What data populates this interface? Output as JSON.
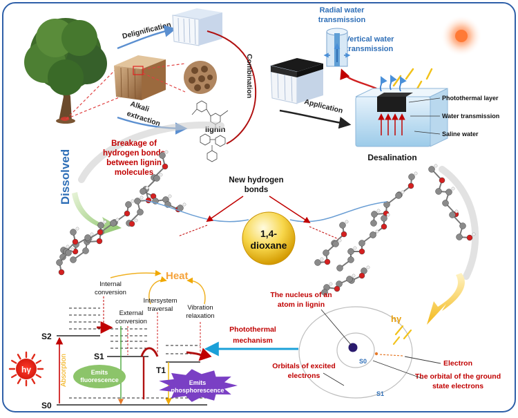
{
  "process": {
    "delignification": "Delignification",
    "alkali_extraction": [
      "Alkali",
      "extraction"
    ],
    "lignin": "lignin",
    "combination": "Combination",
    "application": "Application",
    "dissolved": "Dissolved",
    "breakage": [
      "Breakage of",
      "hydrogen bonds",
      "between lignin",
      "molecules"
    ],
    "new_bonds": [
      "New hydrogen",
      "bonds"
    ],
    "dioxane": [
      "1,4-",
      "dioxane"
    ]
  },
  "desalination": {
    "radial": [
      "Radial water",
      "transmission"
    ],
    "vertical": [
      "Vertical water",
      "transmission"
    ],
    "photothermal_layer": "Photothermal layer",
    "water_transmission": "Water transmission",
    "saline_water": "Saline water",
    "title": "Desalination"
  },
  "jablonski": {
    "heat": "Heat",
    "internal_conversion": [
      "Internal",
      "conversion"
    ],
    "external_conversion": [
      "External",
      "conversion"
    ],
    "intersystem": [
      "Intersystem",
      "traversal"
    ],
    "vibration": [
      "Vibration",
      "relaxation"
    ],
    "s2": "S2",
    "s1": "S1",
    "t1": "T1",
    "s0": "S0",
    "absorption": "Absorption",
    "hv": "hγ",
    "fluorescence": [
      "Emits",
      "fluorescence"
    ],
    "phosphorescence": [
      "Emits",
      "phosphorescence"
    ]
  },
  "mechanism": {
    "label": [
      "Photothermal",
      "mechanism"
    ]
  },
  "atom": {
    "nucleus": [
      "The nucleus of an",
      "atom in lignin"
    ],
    "hv": "hγ",
    "orbitals_excited": [
      "Orbitals of excited",
      "electrons"
    ],
    "electron": "Electron",
    "ground_orbital": [
      "The orbital of the ground",
      "state electrons"
    ],
    "s0": "S0",
    "s1": "S1"
  },
  "colors": {
    "red_text": "#c00000",
    "blue_text": "#2f6fb7",
    "heat": "#f5a23a",
    "border": "#2e5fa8"
  }
}
